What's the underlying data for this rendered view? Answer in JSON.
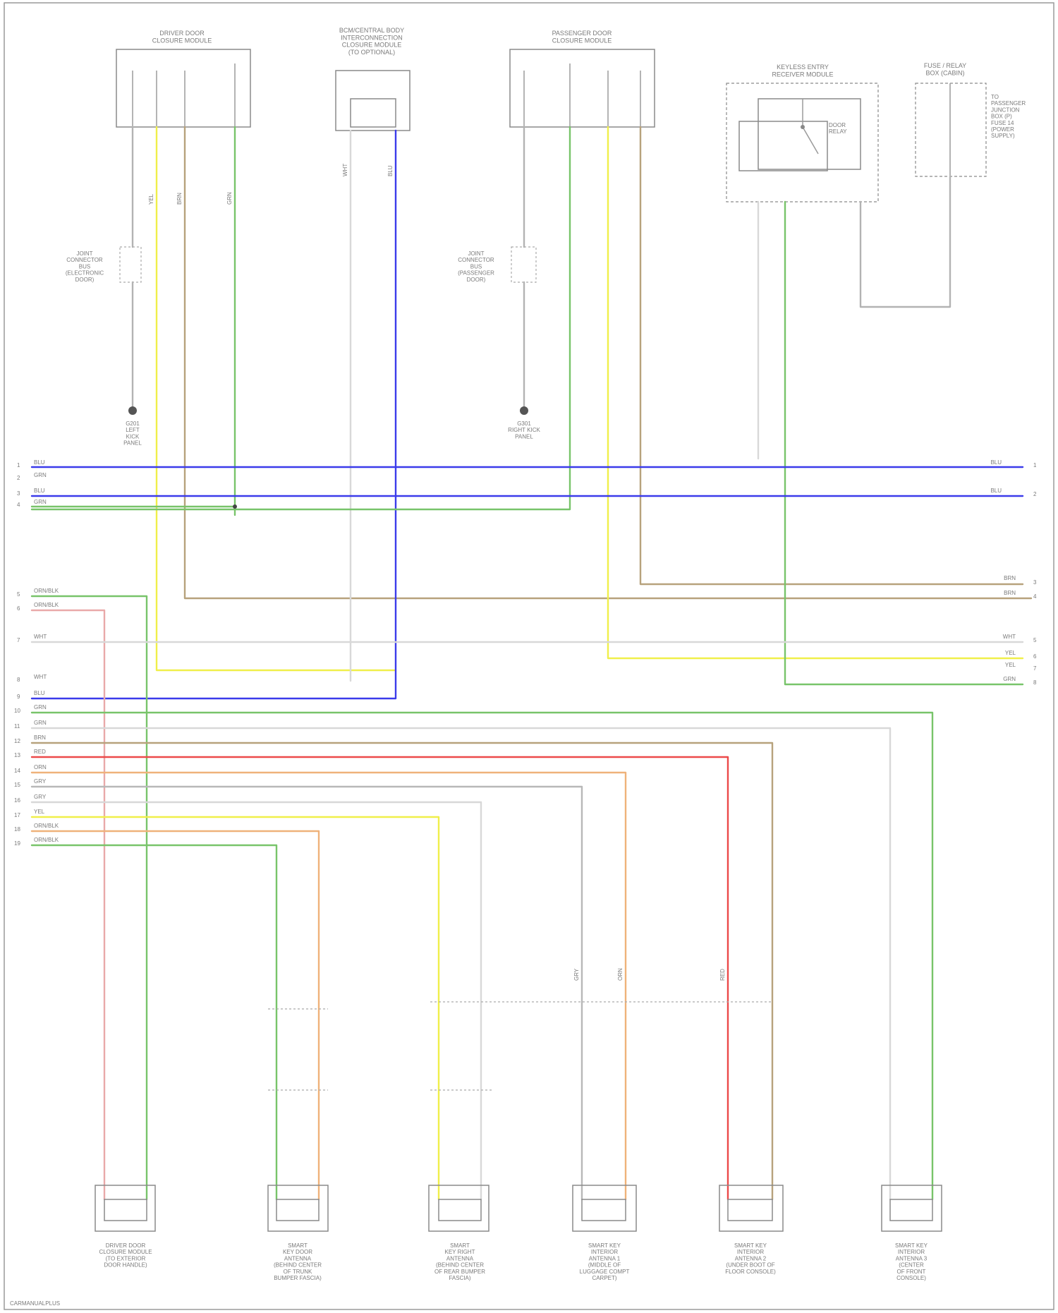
{
  "diagram": {
    "footer": "CARMANUALPLUS",
    "colors": {
      "blue": "#3b3bea",
      "green": "#78c46a",
      "yellow": "#f0ef4a",
      "tan": "#b7a27c",
      "red": "#ec4a4a",
      "orange": "#efb27a",
      "pink": "#e9a9a9",
      "gray": "#b8b8b8",
      "lightgray": "#d8d8d8"
    },
    "top_components": [
      {
        "label": "DRIVER DOOR\nCLOSURE MODULE"
      },
      {
        "label": "BCM/CENTRAL BODY\nINTERCONNECTION\nCLOSURE MODULE\n(TO OPTIONAL)"
      },
      {
        "label": "PASSENGER DOOR\nCLOSURE MODULE"
      },
      {
        "label": "KEYLESS ENTRY\nRECEIVER MODULE"
      },
      {
        "label": "FUSE / RELAY\nBOX (CABIN)"
      }
    ],
    "relay": {
      "label": "DOOR\nRELAY"
    },
    "fuse_note": {
      "label": "TO\nPASSENGER\nJUNCTION\nBOX (P)\nFUSE 14\n(POWER\nSUPPLY)"
    },
    "splices": [
      {
        "label": "JOINT\nCONNECTOR\nBUS\n(ELECTRONIC\nDOOR)"
      },
      {
        "label": "JOINT\nCONNECTOR\nBUS\n(PASSENGER\nDOOR)"
      }
    ],
    "grounds": [
      {
        "label": "G201\nLEFT\nKICK\nPANEL"
      },
      {
        "label": "G301\nRIGHT KICK\nPANEL"
      }
    ],
    "bus_left": [
      {
        "num": "1",
        "label": "BLU"
      },
      {
        "num": "2",
        "label": "GRN"
      },
      {
        "num": "3",
        "label": "BLU"
      },
      {
        "num": "4",
        "label": "GRN"
      },
      {
        "num": "5",
        "label": "ORN/BLK"
      },
      {
        "num": "6",
        "label": "ORN/BLK"
      },
      {
        "num": "7",
        "label": "WHT"
      },
      {
        "num": "8",
        "label": "WHT"
      },
      {
        "num": "9",
        "label": "BLU"
      },
      {
        "num": "10",
        "label": "GRN"
      },
      {
        "num": "11",
        "label": "GRN"
      },
      {
        "num": "12",
        "label": "BRN"
      },
      {
        "num": "13",
        "label": "RED"
      },
      {
        "num": "14",
        "label": "ORN"
      },
      {
        "num": "15",
        "label": "GRY"
      },
      {
        "num": "16",
        "label": "GRY"
      },
      {
        "num": "17",
        "label": "YEL"
      },
      {
        "num": "18",
        "label": "ORN/BLK"
      },
      {
        "num": "19",
        "label": "ORN/BLK"
      }
    ],
    "bus_right": [
      {
        "num": "1",
        "label": "BLU"
      },
      {
        "num": "2",
        "label": "BLU"
      },
      {
        "num": "3",
        "label": "BRN"
      },
      {
        "num": "4",
        "label": "BRN"
      },
      {
        "num": "5",
        "label": "WHT"
      },
      {
        "num": "6",
        "label": "YEL"
      },
      {
        "num": "7",
        "label": "YEL"
      },
      {
        "num": "8",
        "label": "GRN"
      }
    ],
    "wire_tags": [
      "GRN",
      "BLU",
      "YEL",
      "BRN",
      "WHT",
      "GRY",
      "ORN",
      "RED"
    ],
    "bottom_components": [
      {
        "label": "DRIVER DOOR\nCLOSURE MODULE\n(TO EXTERIOR\nDOOR HANDLE)"
      },
      {
        "label": "SMART\nKEY DOOR\nANTENNA\n(BEHIND CENTER\nOF TRUNK\nBUMPER FASCIA)"
      },
      {
        "label": "SMART\nKEY RIGHT\nANTENNA\n(BEHIND CENTER\nOF REAR BUMPER\nFASCIA)"
      },
      {
        "label": "SMART KEY\nINTERIOR\nANTENNA 1\n(MIDDLE OF\nLUGGAGE COMPT\nCARPET)"
      },
      {
        "label": "SMART KEY\nINTERIOR\nANTENNA 2\n(UNDER BOOT OF\nFLOOR CONSOLE)"
      },
      {
        "label": "SMART KEY\nINTERIOR\nANTENNA 3\n(CENTER\nOF FRONT\nCONSOLE)"
      }
    ]
  }
}
